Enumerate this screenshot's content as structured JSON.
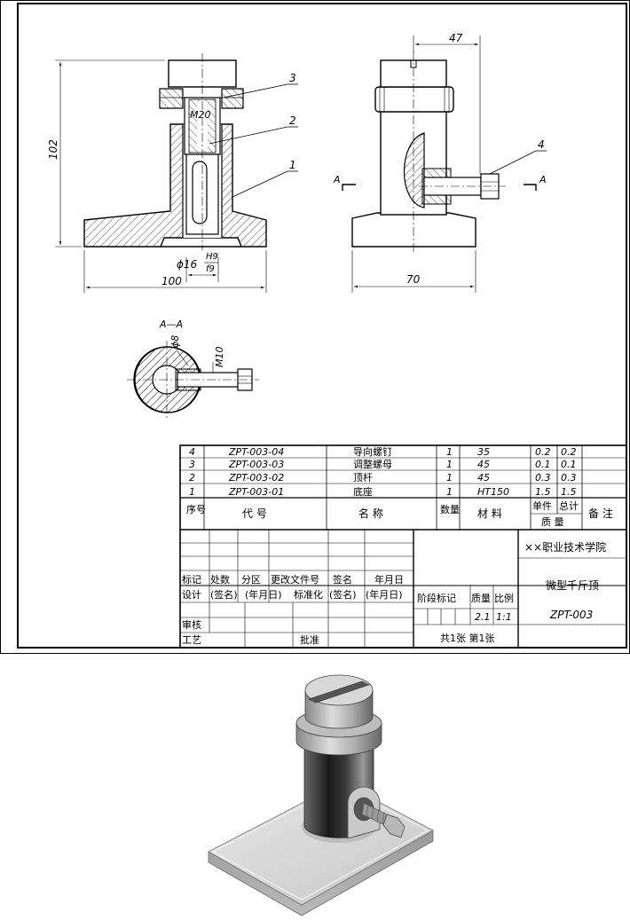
{
  "drawing": {
    "front_view": {
      "dim_height": "102",
      "dim_width": "100",
      "thread_label": "M20",
      "fit_prefix": "ϕ16",
      "fit_upper": "H9",
      "fit_lower": "f9",
      "balloons": [
        "1",
        "2",
        "3"
      ]
    },
    "side_view": {
      "dim_top": "47",
      "dim_width": "70",
      "balloon": "4",
      "section_mark_left": "A",
      "section_mark_right": "A"
    },
    "section_view": {
      "title": "A—A",
      "dim_hole": "ϕ8",
      "dim_thread": "M10"
    }
  },
  "parts_list": {
    "rows": [
      {
        "no": "4",
        "code": "ZPT-003-04",
        "name": "导向螺钉",
        "qty": "1",
        "material": "35",
        "unit_mass": "0.2",
        "total_mass": "0.2",
        "note": ""
      },
      {
        "no": "3",
        "code": "ZPT-003-03",
        "name": "调整螺母",
        "qty": "1",
        "material": "45",
        "unit_mass": "0.1",
        "total_mass": "0.1",
        "note": ""
      },
      {
        "no": "2",
        "code": "ZPT-003-02",
        "name": "顶杆",
        "qty": "1",
        "material": "45",
        "unit_mass": "0.3",
        "total_mass": "0.3",
        "note": ""
      },
      {
        "no": "1",
        "code": "ZPT-003-01",
        "name": "底座",
        "qty": "1",
        "material": "HT150",
        "unit_mass": "1.5",
        "total_mass": "1.5",
        "note": ""
      }
    ],
    "header": {
      "no": "序号",
      "code": "代  号",
      "name": "名  称",
      "qty": "数量",
      "material": "材  料",
      "unit": "单件",
      "total": "总计",
      "mass": "质  量",
      "note": "备  注"
    }
  },
  "title_block": {
    "school": "××职业技术学院",
    "drawing_name": "微型千斤顶",
    "drawing_no": "ZPT-003",
    "rev_labels": [
      "标记",
      "处数",
      "分区",
      "更改文件号",
      "签名",
      "年月日"
    ],
    "design_labels": [
      "设计",
      "(签名)",
      "(年月日)",
      "标准化",
      "(签名)",
      "(年月日)"
    ],
    "review": "审核",
    "process": "工艺",
    "approve": "批准",
    "stage_label": "阶段标记",
    "mass_label": "质量",
    "scale_label": "比例",
    "mass_value": "2.1",
    "scale_value": "1:1",
    "sheets": "共1张 第1张"
  }
}
